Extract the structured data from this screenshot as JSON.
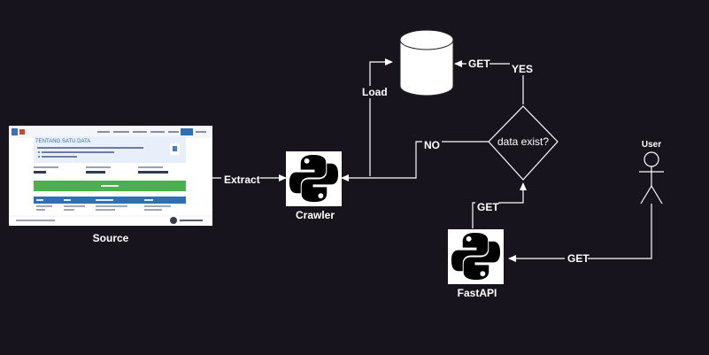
{
  "colors": {
    "background": "#18141d",
    "line": "#ffffff",
    "python_blue": "#000000",
    "screenshot_header_blue": "#2f6fb4",
    "screenshot_green": "#4caf50"
  },
  "nodes": {
    "source": {
      "label": "Source",
      "icon": "website-screenshot"
    },
    "crawler": {
      "label": "Crawler",
      "icon": "python-logo"
    },
    "database": {
      "icon": "database-cylinder"
    },
    "decision": {
      "label": "data exist?"
    },
    "fastapi": {
      "label": "FastAPI",
      "icon": "python-logo"
    },
    "user": {
      "label": "User",
      "icon": "stick-figure-actor"
    }
  },
  "edges": {
    "extract": "Extract",
    "load": "Load",
    "get_db": "GET",
    "yes": "YES",
    "no": "NO",
    "get_decision": "GET",
    "get_user": "GET"
  },
  "source_screenshot": {
    "heading": "TENTANG SATU DATA"
  }
}
